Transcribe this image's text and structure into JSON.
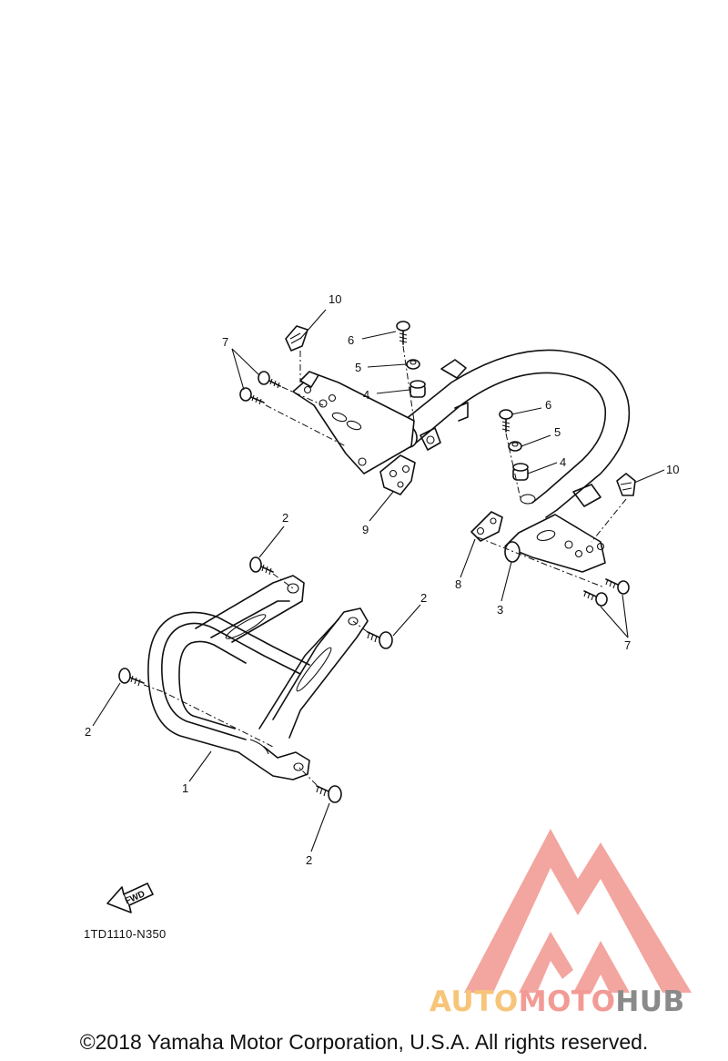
{
  "callouts": {
    "c1": "1",
    "c2a": "2",
    "c2b": "2",
    "c2c": "2",
    "c2d": "2",
    "c3": "3",
    "c4a": "4",
    "c4b": "4",
    "c5a": "5",
    "c5b": "5",
    "c6a": "6",
    "c6b": "6",
    "c7a": "7",
    "c7b": "7",
    "c8": "8",
    "c9": "9",
    "c10a": "10",
    "c10b": "10"
  },
  "fwd_label": "FWD",
  "part_code": "1TD1110-N350",
  "copyright": "©2018 Yamaha Motor Corporation, U.S.A. All rights reserved.",
  "watermark": {
    "brand": "AUTOMOTOHUB",
    "parts": [
      "AUTO",
      "MOTO",
      "HUB"
    ],
    "colors": {
      "auto": "#f7c57a",
      "moto": "#f29b95",
      "hub": "#8a8a8a",
      "logo": "#f08a82"
    }
  }
}
